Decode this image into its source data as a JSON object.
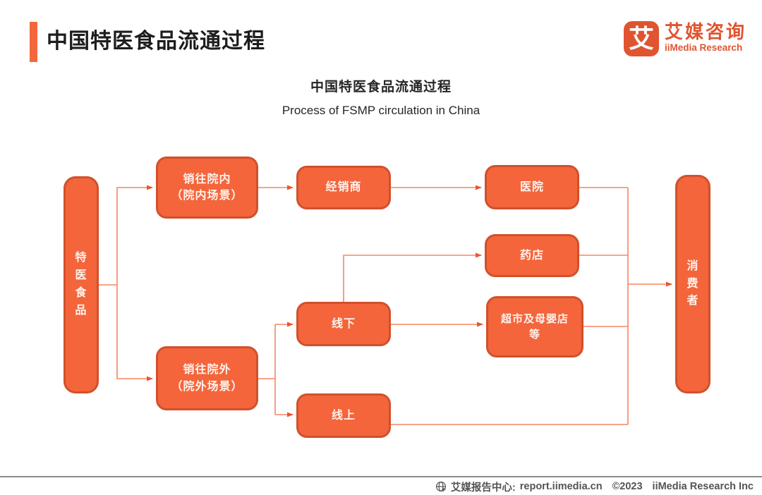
{
  "header": {
    "title": "中国特医食品流通过程",
    "logo": {
      "glyph": "艾",
      "name_cn": "艾媒咨询",
      "name_en": "iiMedia Research"
    }
  },
  "subtitle": {
    "cn": "中国特医食品流通过程",
    "en": "Process of FSMP circulation in China"
  },
  "diagram": {
    "nodes": {
      "source": "特医食品",
      "in_hospital": "销往院内\n（院内场景）",
      "distributor": "经销商",
      "hospital": "医院",
      "pharmacy": "药店",
      "offline": "线下",
      "supermarket": "超市及母婴店\n等",
      "out_hospital": "销往院外\n（院外场景）",
      "online": "线上",
      "consumer": "消费者"
    },
    "flow": [
      "特医食品 → 销往院内（院内场景） → 经销商 → 医院 → 消费者",
      "特医食品 → 销往院外（院外场景） → 线下 → 药店/超市及母婴店等 → 消费者",
      "特医食品 → 销往院外（院外场景） → 线上 → 消费者"
    ]
  },
  "footer": {
    "source_label": "艾媒报告中心:",
    "url": "report.iimedia.cn",
    "copyright": "©2023",
    "company": "iiMedia Research Inc"
  },
  "colors": {
    "accent": "#F4673C",
    "node_fill": "#F4653C",
    "node_border": "#D0512C",
    "connector_line": "#F6865F",
    "arrow_head": "#EB5730",
    "logo_orange": "#E05430",
    "footer_rule": "#8C8C8C"
  }
}
